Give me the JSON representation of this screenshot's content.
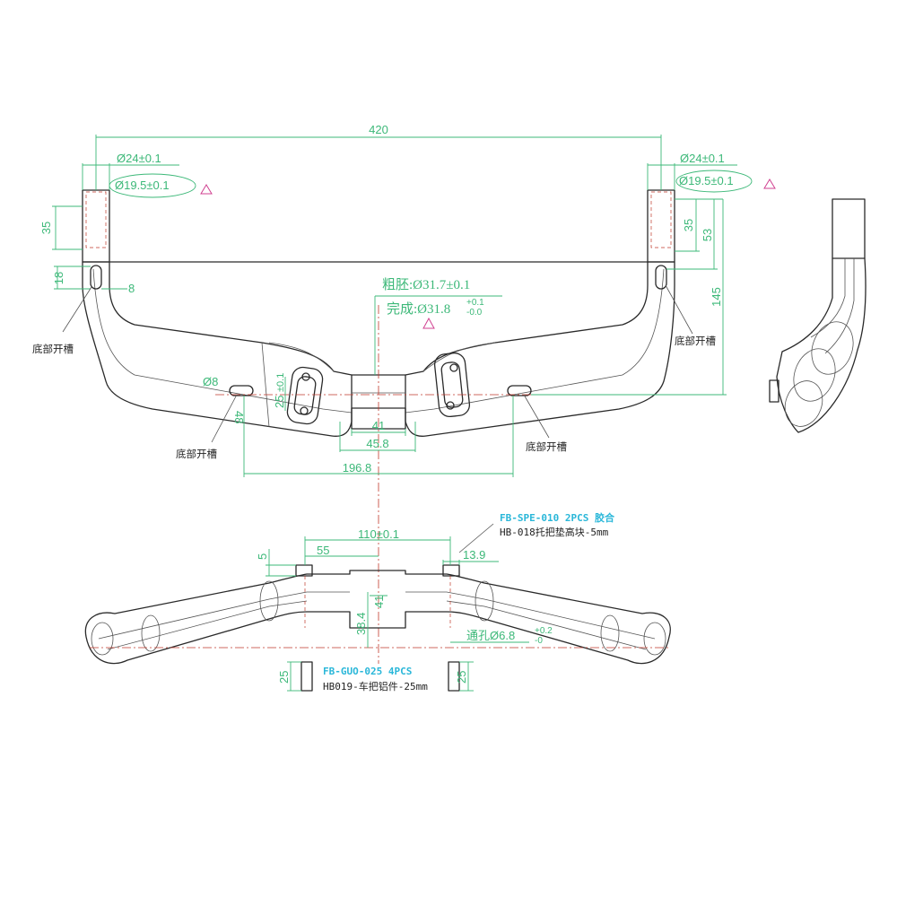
{
  "colors": {
    "outline": "#2a2a2a",
    "dimension": "#3cb878",
    "centerline": "#c0392b",
    "part_label": "#2ab7d9",
    "note": "#222222"
  },
  "top_view": {
    "overall_width": "420",
    "left_outer_diameter": "Ø24±0.1",
    "left_inner_diameter": "Ø19.5±0.1",
    "right_outer_diameter": "Ø24±0.1",
    "right_inner_diameter": "Ø19.5±0.1",
    "left_grip_length": "35",
    "left_slot_length": "18",
    "left_slot_width": "8",
    "right_grip_length": "35",
    "right_slot_offset": "53",
    "right_drop_height": "145",
    "clamp_rough": "粗胚:Ø31.7±0.1",
    "clamp_finished_prefix": "完成:Ø31.8",
    "clamp_tol_upper": "+0.1",
    "clamp_tol_lower": "-0.0",
    "stem_width_inner": "41",
    "stem_width_outer": "45.8",
    "slot_spacing": "196.8",
    "hole_diameter": "Ø8",
    "hole_depth": "48",
    "bolt_spacing": "25",
    "bolt_tol": "±0.1",
    "slot_note_left_upper": "底部开槽",
    "slot_note_right_upper": "底部开槽",
    "slot_note_left_lower": "底部开槽",
    "slot_note_right_lower": "底部开槽"
  },
  "front_view": {
    "pad_spacing": "110±0.1",
    "pad_offset": "55",
    "pad_width": "13.9",
    "pad_height": "5",
    "center_height": "38.4",
    "center_width": "41",
    "through_hole_prefix": "通孔Ø6.8",
    "through_hole_tol_upper": "+0.2",
    "through_hole_tol_lower": "-0",
    "spacer_part": "FB-SPE-010 2PCS 胶合",
    "spacer_desc": "HB-018托把垫高块-5mm",
    "insert_part": "FB-GUO-025  4PCS",
    "insert_desc": "HB019-车把铝件-25mm",
    "insert_length_left": "25",
    "insert_length_right": "25"
  }
}
